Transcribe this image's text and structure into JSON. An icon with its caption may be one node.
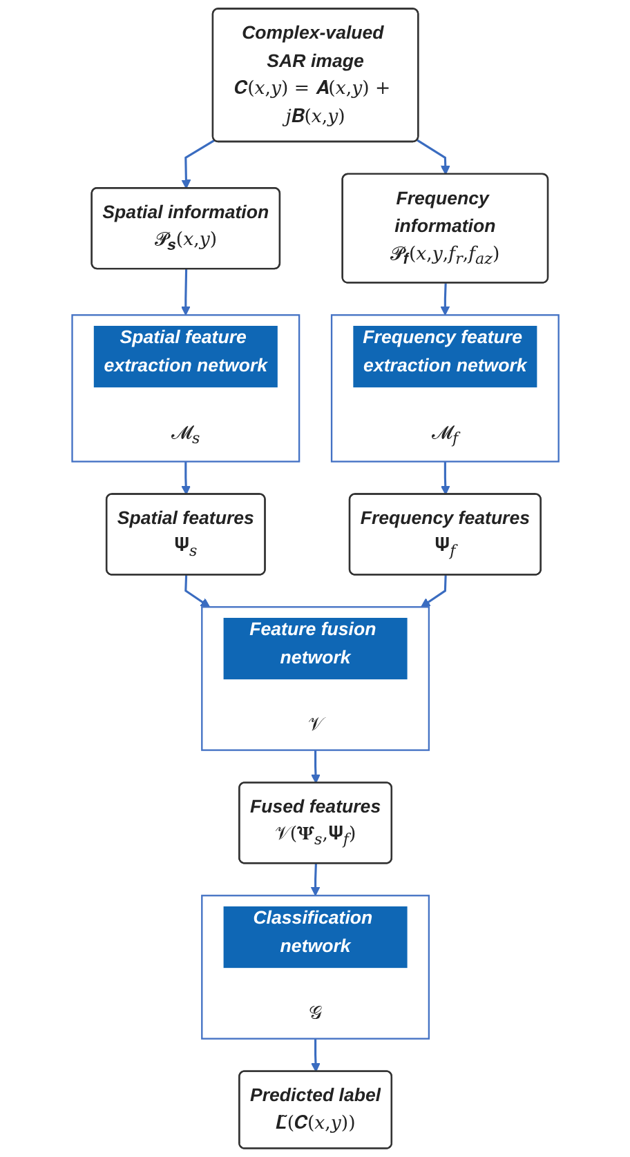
{
  "diagram": {
    "nodes": [
      {
        "text": [
          "Complex-valued SAR image",
          "𝑪(𝑥,𝑦) = 𝑨(𝑥,𝑦) + 𝑗𝑩(𝑥,𝑦)"
        ]
      },
      {
        "text": [
          "Spatial information",
          "𝓟$_{𝒔}$(𝑥,𝑦)"
        ]
      },
      {
        "text": [
          "Frequency information",
          "𝓟$_{𝒇}$(𝑥,𝑦,𝑓$_{𝑟}$,𝑓$_{𝑎𝑧}$)"
        ]
      },
      {
        "text": [
          "Spatial feature extraction network",
          "𝓜$_{𝑠}$"
        ]
      },
      {
        "text": [
          "Frequency feature extraction network",
          "𝓜$_{𝑓}$"
        ]
      },
      {
        "text": [
          "Spatial features",
          "𝚿$_{𝑠}$"
        ]
      },
      {
        "text": [
          "Frequency features",
          "𝚿$_{𝑓}$"
        ]
      },
      {
        "text": [
          "Feature fusion network",
          "𝒱"
        ]
      },
      {
        "text": [
          "Fused features",
          "𝒱(𝚿$_{𝑠}$,𝚿$_{𝑓}$)"
        ]
      },
      {
        "text": [
          "Classification network",
          "𝒢"
        ]
      },
      {
        "text": [
          "Predicted label",
          "𝑳̃(𝑪(𝑥,𝑦))"
        ]
      }
    ],
    "edges": [
      {
        "from": 0,
        "to": 1,
        "arrow": "to"
      },
      {
        "from": 0,
        "to": 2,
        "arrow": "to"
      },
      {
        "from": 1,
        "to": 3,
        "arrow": "to"
      },
      {
        "from": 2,
        "to": 4,
        "arrow": "to"
      },
      {
        "from": 3,
        "to": 5,
        "arrow": "to"
      },
      {
        "from": 4,
        "to": 6,
        "arrow": "to"
      },
      {
        "from": 5,
        "to": 7,
        "arrow": "to"
      },
      {
        "from": 6,
        "to": 7,
        "arrow": "to"
      },
      {
        "from": 7,
        "to": 8,
        "arrow": "to"
      },
      {
        "from": 8,
        "to": 9,
        "arrow": "to"
      },
      {
        "from": 9,
        "to": 10,
        "arrow": "to"
      }
    ]
  }
}
